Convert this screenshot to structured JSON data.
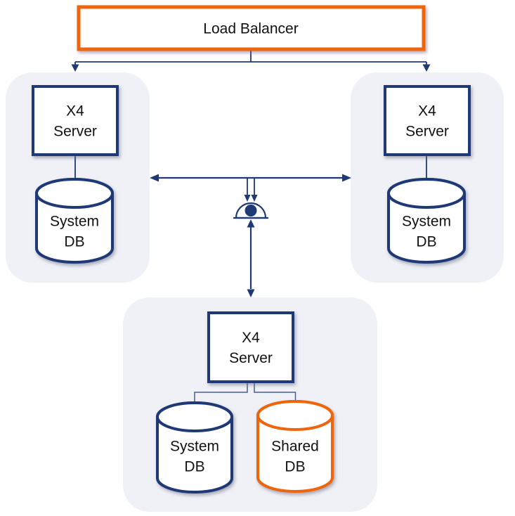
{
  "load_balancer": {
    "label": "Load Balancer"
  },
  "clusters": {
    "left": {
      "server": {
        "line1": "X4",
        "line2": "Server"
      },
      "db": {
        "line1": "System",
        "line2": "DB"
      }
    },
    "right": {
      "server": {
        "line1": "X4",
        "line2": "Server"
      },
      "db": {
        "line1": "System",
        "line2": "DB"
      }
    },
    "bottom": {
      "server": {
        "line1": "X4",
        "line2": "Server"
      },
      "db_system": {
        "line1": "System",
        "line2": "DB"
      },
      "db_shared": {
        "line1": "Shared",
        "line2": "DB"
      }
    }
  },
  "icons": {
    "center_junction": "merge-junction-icon"
  },
  "colors": {
    "navy": "#1F3876",
    "orange": "#EF650D",
    "panel": "#EFF1F6",
    "text": "#111111",
    "background": "#FFFFFF"
  }
}
